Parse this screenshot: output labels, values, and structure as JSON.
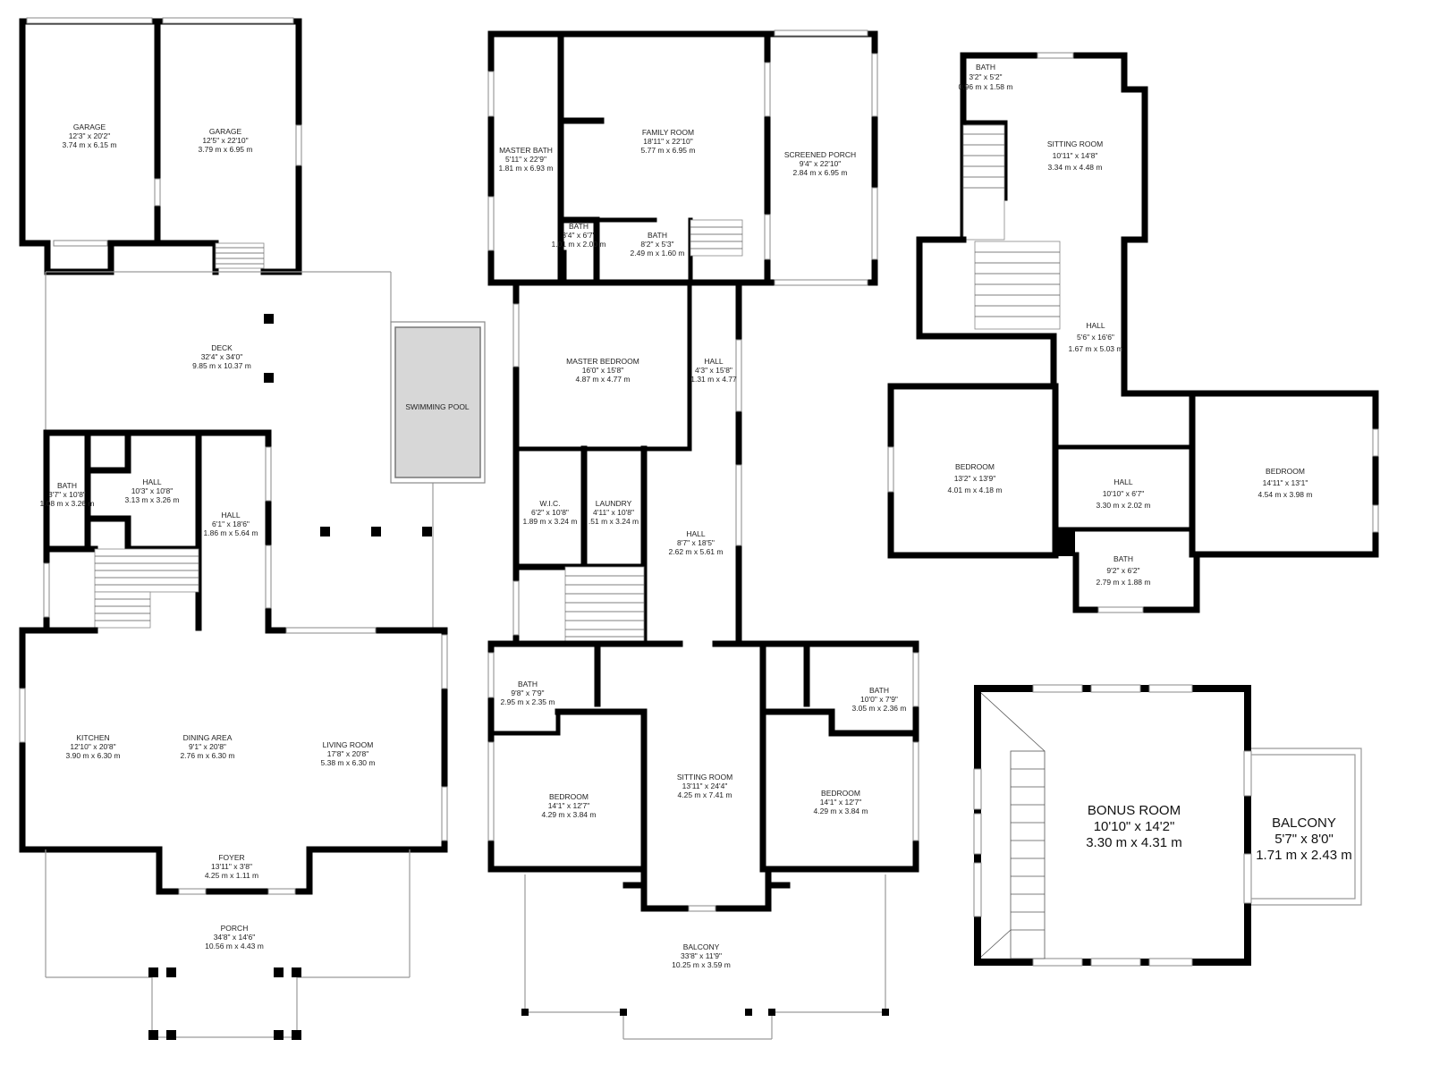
{
  "rooms": {
    "garage_left": {
      "name": "GARAGE",
      "imperial": "12'3\" x 20'2\"",
      "metric": "3.74 m x 6.15 m"
    },
    "garage_right": {
      "name": "GARAGE",
      "imperial": "12'5\" x 22'10\"",
      "metric": "3.79 m x 6.95 m"
    },
    "deck": {
      "name": "DECK",
      "imperial": "32'4\" x 34'0\"",
      "metric": "9.85 m x 10.37 m"
    },
    "pool": {
      "name": "SWIMMING POOL"
    },
    "g_bath": {
      "name": "BATH",
      "imperial": "3'7\" x 10'8\"",
      "metric": "1.08 m x 3.26 m"
    },
    "g_hall1": {
      "name": "HALL",
      "imperial": "10'3\" x 10'8\"",
      "metric": "3.13 m x 3.26 m"
    },
    "g_hall2": {
      "name": "HALL",
      "imperial": "6'1\" x 18'6\"",
      "metric": "1.86 m x 5.64 m"
    },
    "kitchen": {
      "name": "KITCHEN",
      "imperial": "12'10\" x 20'8\"",
      "metric": "3.90 m x 6.30 m"
    },
    "dining": {
      "name": "DINING AREA",
      "imperial": "9'1\" x 20'8\"",
      "metric": "2.76 m x 6.30 m"
    },
    "living": {
      "name": "LIVING ROOM",
      "imperial": "17'8\" x 20'8\"",
      "metric": "5.38 m x 6.30 m"
    },
    "foyer": {
      "name": "FOYER",
      "imperial": "13'11\" x 3'8\"",
      "metric": "4.25 m x 1.11 m"
    },
    "porch": {
      "name": "PORCH",
      "imperial": "34'8\" x 14'6\"",
      "metric": "10.56 m x 4.43 m"
    },
    "master_bath": {
      "name": "MASTER BATH",
      "imperial": "5'11\" x 22'9\"",
      "metric": "1.81 m x 6.93 m"
    },
    "family": {
      "name": "FAMILY ROOM",
      "imperial": "18'11\" x 22'10\"",
      "metric": "5.77 m x 6.95 m"
    },
    "screened": {
      "name": "SCREENED PORCH",
      "imperial": "9'4\" x 22'10\"",
      "metric": "2.84 m x 6.95 m"
    },
    "m_bath_small": {
      "name": "BATH",
      "imperial": "3'4\" x 6'7\"",
      "metric": "1.01 m x 2.00 m"
    },
    "m_bath2": {
      "name": "BATH",
      "imperial": "8'2\" x 5'3\"",
      "metric": "2.49 m x 1.60 m"
    },
    "master_bed": {
      "name": "MASTER BEDROOM",
      "imperial": "16'0\" x 15'8\"",
      "metric": "4.87 m x 4.77 m"
    },
    "m_hall_a": {
      "name": "HALL",
      "imperial": "4'3\" x 15'8\"",
      "metric": "1.31 m x 4.77"
    },
    "wic": {
      "name": "W.I.C.",
      "imperial": "6'2\" x 10'8\"",
      "metric": "1.89 m x 3.24 m"
    },
    "laundry": {
      "name": "LAUNDRY",
      "imperial": "4'11\" x 10'8\"",
      "metric": ".51 m x 3.24 m"
    },
    "m_hall_b": {
      "name": "HALL",
      "imperial": "8'7\" x 18'5\"",
      "metric": "2.62 m x 5.61 m"
    },
    "m_bath_l": {
      "name": "BATH",
      "imperial": "9'8\" x 7'9\"",
      "metric": "2.95 m x 2.35 m"
    },
    "m_bath_r": {
      "name": "BATH",
      "imperial": "10'0\" x 7'9\"",
      "metric": "3.05 m x 2.36 m"
    },
    "bed_l": {
      "name": "BEDROOM",
      "imperial": "14'1\" x 12'7\"",
      "metric": "4.29 m x 3.84 m"
    },
    "sitting_m": {
      "name": "SITTING ROOM",
      "imperial": "13'11\" x 24'4\"",
      "metric": "4.25 m x 7.41 m"
    },
    "bed_r": {
      "name": "BEDROOM",
      "imperial": "14'1\" x 12'7\"",
      "metric": "4.29 m x 3.84 m"
    },
    "balcony_m": {
      "name": "BALCONY",
      "imperial": "33'8\" x 11'9\"",
      "metric": "10.25 m x 3.59 m"
    },
    "u_bath": {
      "name": "BATH",
      "imperial": "3'2\" x 5'2\"",
      "metric": "0.96 m x 1.58 m"
    },
    "u_sitting": {
      "name": "SITTING ROOM",
      "imperial": "10'11\" x 14'8\"",
      "metric": "3.34 m x 4.48 m"
    },
    "u_hall1": {
      "name": "HALL",
      "imperial": "5'6\" x 16'6\"",
      "metric": "1.67 m x 5.03 m"
    },
    "u_bed_l": {
      "name": "BEDROOM",
      "imperial": "13'2\" x 13'9\"",
      "metric": "4.01 m x 4.18 m"
    },
    "u_hall2": {
      "name": "HALL",
      "imperial": "10'10\" x 6'7\"",
      "metric": "3.30 m x 2.02 m"
    },
    "u_bed_r": {
      "name": "BEDROOM",
      "imperial": "14'11\" x 13'1\"",
      "metric": "4.54 m x 3.98 m"
    },
    "u_bath2": {
      "name": "BATH",
      "imperial": "9'2\" x 6'2\"",
      "metric": "2.79 m x 1.88 m"
    },
    "bonus": {
      "name": "BONUS ROOM",
      "imperial": "10'10\" x 14'2\"",
      "metric": "3.30 m x 4.31 m"
    },
    "balcony_b": {
      "name": "BALCONY",
      "imperial": "5'7\" x 8'0\"",
      "metric": "1.71 m x 2.43 m"
    }
  }
}
